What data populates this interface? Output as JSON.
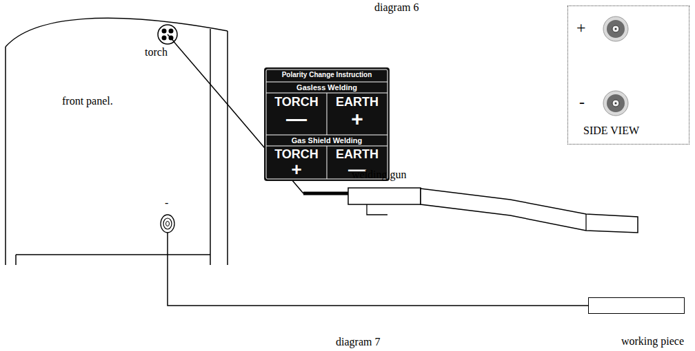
{
  "diagram": {
    "nodes": [
      {
        "text": [
          "torch",
          "front panel.",
          "-"
        ]
      },
      {
        "text": [
          "Polarity Change Instruction",
          "Gasless Welding",
          "TORCH",
          "EARTH",
          "—",
          "+",
          "Gas Shield Welding",
          "TORCH",
          "EARTH",
          "+",
          "—"
        ]
      },
      {
        "text": [
          "+",
          "-",
          "SIDE VIEW"
        ]
      },
      {
        "text": [
          "welding gun"
        ]
      },
      {
        "text": [
          "working piece"
        ]
      }
    ],
    "edges": [
      {
        "from": 0,
        "to": 3,
        "arrow": "none"
      },
      {
        "from": 0,
        "to": 4,
        "arrow": "none"
      }
    ],
    "labels": [
      "diagram 6",
      "diagram 7"
    ]
  }
}
